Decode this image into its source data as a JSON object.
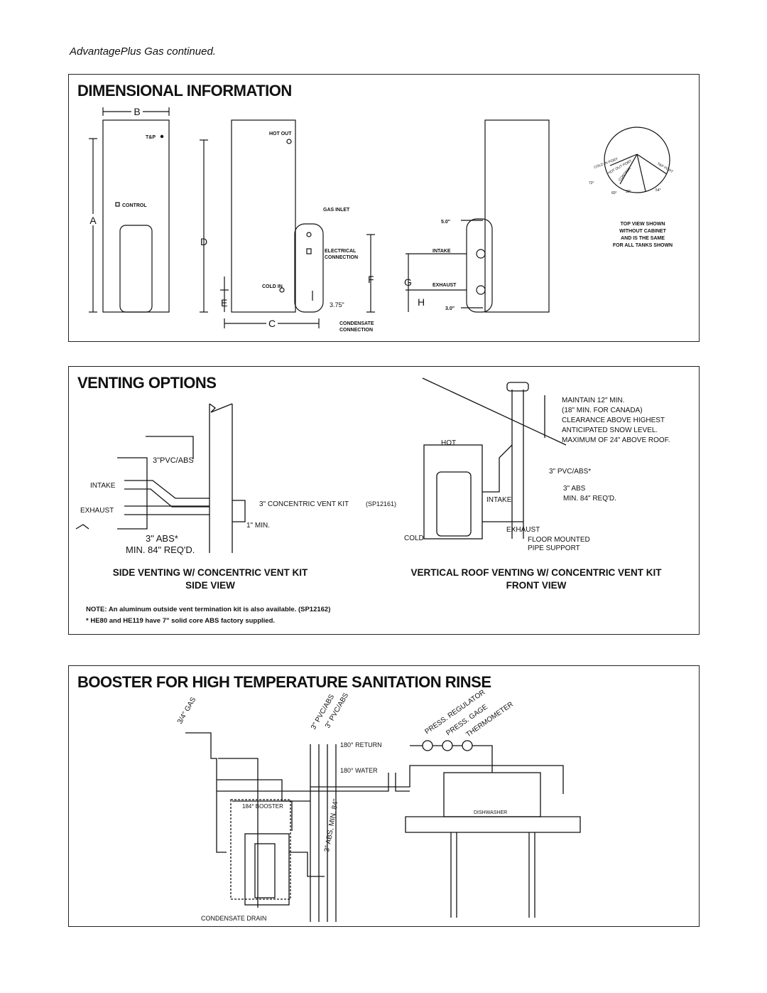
{
  "subtitle": "AdvantagePlus Gas continued.",
  "dimensional": {
    "heading": "DIMENSIONAL INFORMATION",
    "labels": {
      "A": "A",
      "B": "B",
      "C": "C",
      "D": "D",
      "E": "E",
      "F": "F",
      "G": "G",
      "H": "H",
      "tp": "T&P",
      "control": "CONTROL",
      "hot_out": "HOT OUT",
      "gas_inlet": "GAS INLET",
      "electrical": "ELECTRICAL",
      "connection": "CONNECTION",
      "cold_in": "COLD IN",
      "dim_375": "3.75\"",
      "condensate": "CONDENSATE",
      "condensate_connection": "CONNECTION",
      "dim_50": "5.0\"",
      "intake": "INTAKE",
      "exhaust": "EXHAUST",
      "dim_30": "3.0\"",
      "top_view_1": "TOP VIEW SHOWN",
      "top_view_2": "WITHOUT CABINET",
      "top_view_3": "AND IS THE SAME",
      "top_view_4": "FOR ALL TANKS SHOWN",
      "cold_in_port": "COLD IN PORT",
      "hot_out_port": "HOT OUT PORT",
      "tp_port": "T&P PORT",
      "control_port": "CONTROL",
      "deg_72": "72°",
      "deg_60": "60°",
      "deg_39": "39°",
      "deg_54": "54°"
    }
  },
  "venting": {
    "heading": "VENTING OPTIONS",
    "side": {
      "pvc": "3\"PVC/ABS",
      "intake": "INTAKE",
      "exhaust": "EXHAUST",
      "kit": "3\" CONCENTRIC VENT KIT",
      "kit_code": "(SP12161)",
      "min": "1\" MIN.",
      "abs": "3\" ABS*",
      "abs_min": "MIN. 84\" REQ'D."
    },
    "roof": {
      "maintain_1": "MAINTAIN 12\" MIN.",
      "maintain_2": "(18\" MIN. FOR CANADA)",
      "maintain_3": "CLEARANCE ABOVE HIGHEST",
      "maintain_4": "ANTICIPATED SNOW LEVEL.",
      "maintain_5": "MAXIMUM OF 24\" ABOVE ROOF.",
      "hot": "HOT",
      "pvc": "3\" PVC/ABS*",
      "abs": "3\" ABS",
      "abs_min": "MIN. 84\" REQ'D.",
      "intake": "INTAKE",
      "exhaust": "EXHAUST",
      "cold": "COLD",
      "floor_1": "FLOOR MOUNTED",
      "floor_2": "PIPE SUPPORT"
    },
    "caption_left_1": "SIDE VENTING W/ CONCENTRIC VENT KIT",
    "caption_left_2": "SIDE VIEW",
    "caption_right_1": "VERTICAL ROOF VENTING W/ CONCENTRIC VENT KIT",
    "caption_right_2": "FRONT VIEW",
    "note_1": "NOTE: An aluminum outside vent termination kit is also available. (SP12162)",
    "note_2": "* HE80 and HE119 have 7\" solid core ABS factory supplied."
  },
  "booster": {
    "heading": "BOOSTER FOR HIGH TEMPERATURE SANITATION RINSE",
    "gas": "3/4\" GAS",
    "pvc_1": "3\" PVC/ABS",
    "pvc_2": "3\" PVC/ABS",
    "press_reg": "PRESS. REGULATOR",
    "press_gage": "PRESS. GAGE",
    "thermometer": "THERMOMETER",
    "return": "180° RETURN",
    "water": "180° WATER",
    "booster_label": "184° BOOSTER",
    "abs_min": "3\" ABS, MIN. 84\"",
    "dishwasher": "DISHWASHER",
    "drain": "CONDENSATE DRAIN"
  }
}
